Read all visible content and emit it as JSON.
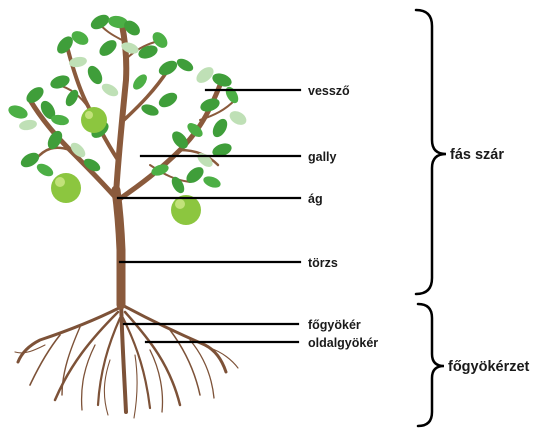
{
  "labels": {
    "vesszo": "vessző",
    "gally": "gally",
    "ag": "ág",
    "torzs": "törzs",
    "fogyoker": "főgyökér",
    "oldalgyoker": "oldalgyökér"
  },
  "groups": {
    "fas_szar": "fás szár",
    "fogyokerzet": "főgyökérzet"
  },
  "colors": {
    "trunk": "#8a5a3c",
    "root": "#7d5238",
    "leaf": "#3f9e3a",
    "leaf_light": "#bfe0b6",
    "apple": "#8cc63f",
    "line": "#000000"
  }
}
